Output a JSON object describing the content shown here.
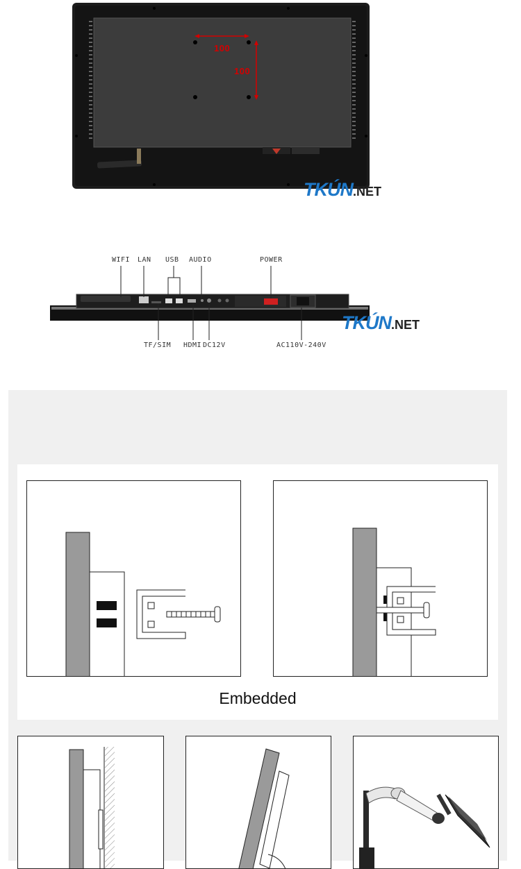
{
  "top_photo": {
    "dim_horizontal": "100",
    "dim_vertical": "100",
    "brand_main": "TKÚN",
    "brand_suffix": ".NET"
  },
  "ports": {
    "top_labels": [
      "WIFI",
      "LAN",
      "USB",
      "AUDIO",
      "POWER"
    ],
    "bottom_labels": [
      "TF/SIM",
      "HDMI",
      "DC12V",
      "AC110V-240V"
    ],
    "brand_main": "TKÚN",
    "brand_suffix": ".NET"
  },
  "mounting": {
    "embedded_caption": "Embedded"
  },
  "colors": {
    "accent_red": "#d40000",
    "brand_blue": "#1e78c8",
    "panel_gray": "#f0f0f0",
    "drawing_gray": "#9a9a9a"
  }
}
